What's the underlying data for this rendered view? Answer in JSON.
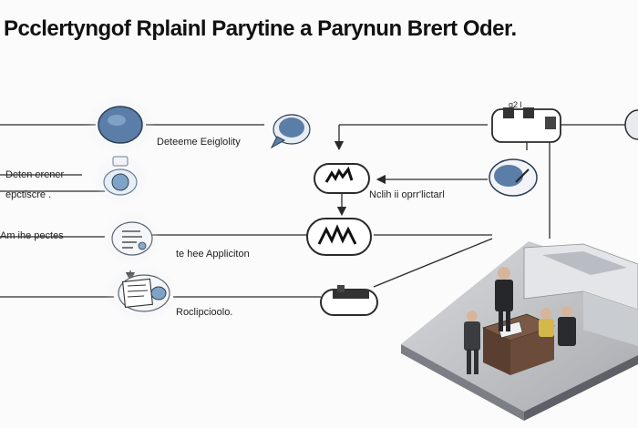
{
  "title": "Pcclertyngof Rplainl Parytine a Parynun Brert Oder.",
  "labels": {
    "determine_eligibility": "Deteeme Eeiglolity",
    "determine_process_line1": "Deten erener",
    "determine_process_line2": "epctiscre .",
    "am_the_process": "Am ihe pectes",
    "the_application": "te hee Appliciton",
    "reciprocal": "Roclipcioolo.",
    "multiple_parties": "Nclih ii oprr'lictarl",
    "top_sign": "g2 l"
  },
  "icons": [
    "globe-icon",
    "chat-bubble-icon",
    "clipboard-icon",
    "document-icon",
    "signature-document-icon",
    "gavel-icon",
    "courthouse-icon",
    "seal-icon",
    "scanner-icon",
    "printer-icon",
    "courtroom-scene"
  ],
  "colors": {
    "accent_blue": "#5a7ea8",
    "line": "#2a2a2a",
    "text": "#111111"
  }
}
